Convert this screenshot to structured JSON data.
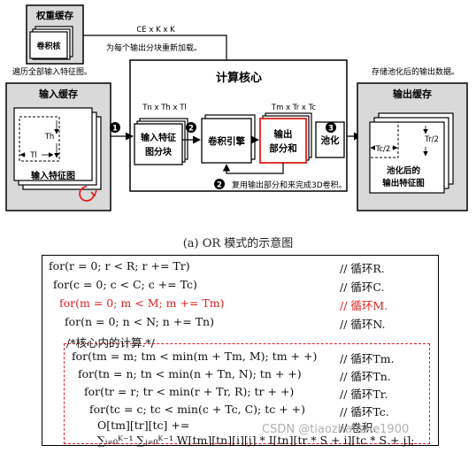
{
  "diagram": {
    "weight_buffer": "权重缓存",
    "conv_kernel": "卷积核",
    "kernel_dims": "CE x K x K",
    "reload_note": "为每个输出分块重新加载。",
    "traverse_note": "遍历全部输入特征图。",
    "store_note": "存储池化后的输出数据。",
    "input_buffer": "输入缓存",
    "input_fmap": "输入特征图",
    "th": "Th",
    "tl": "Tl",
    "compute_core": "计算核心",
    "tile_dims_in": "Tn x Th x Tl",
    "tile_dims_out": "Tm x Tr x Tc",
    "tile_block": [
      "输入特征",
      "图分块"
    ],
    "conv_engine": "卷积引擎",
    "partial_sum": [
      "输出",
      "部分和"
    ],
    "pool": "池化",
    "output_buffer": "输出缓存",
    "pooled_fmap": [
      "池化后的",
      "输出特征图"
    ],
    "tr2": "Tr/2",
    "tc2": "Tc/2",
    "reuse_note": "复用输出部分和来完成3D卷积。",
    "step1": "1",
    "step2": "2",
    "step3": "3"
  },
  "caption": "(a) OR 模式的示意图",
  "code_lines": [
    {
      "stmt": "for(r = 0; r < R; r += Tr)",
      "comment": "// 循环R."
    },
    {
      "stmt": "for(c = 0; c < C; c += Tc)",
      "comment": "// 循环C."
    },
    {
      "stmt": "for(m = 0; m < M; m += Tm)",
      "comment": "// 循环M."
    },
    {
      "stmt": "for(n = 0; n < N; n += Tn)",
      "comment": "// 循环N."
    },
    {
      "stmt": "/*核心内的计算.*/",
      "comment": ""
    },
    {
      "stmt": "for(tm = m; tm < min(m + Tm, M); tm + +)",
      "comment": "// 循环Tm."
    },
    {
      "stmt": "for(tn = n; tn < min(n + Tn, N); tn + +)",
      "comment": "// 循环Tn."
    },
    {
      "stmt": "for(tr = r; tr < min(r + Tr, R); tr + +)",
      "comment": "// 循环Tr."
    },
    {
      "stmt": "for(tc = c; tc < min(c + Tc, C); tc + +)",
      "comment": "// 循环Tc."
    },
    {
      "stmt": "O[tm][tr][tc] +=",
      "comment": "// 卷积."
    },
    {
      "stmt": "∑ᵢ₌₀ᴷ⁻¹ ∑ⱼ₌₀ᴷ⁻¹ W[tm][tn][i][j] * I[tn][tr * S + i][tc * S + j];",
      "comment": ""
    }
  ],
  "highlight_color": "#e02020",
  "watermark": "CSDN @tiaozhanzhe1900"
}
